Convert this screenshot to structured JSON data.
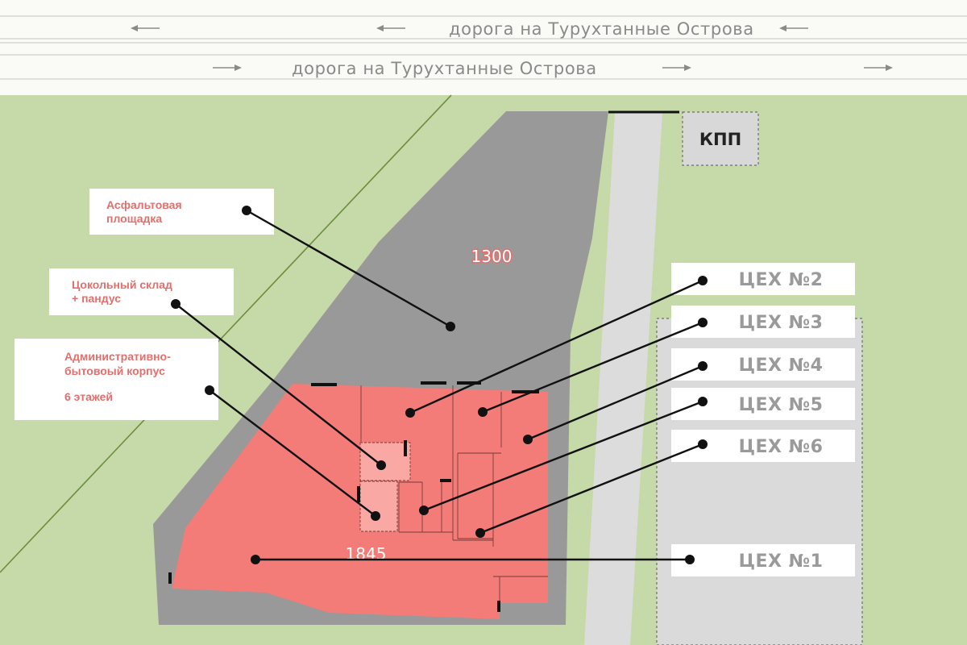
{
  "roads": {
    "upper": {
      "label": "дорога на Турухтанные Острова",
      "direction": "left"
    },
    "lower": {
      "label": "дорога на Турухтанные Острова",
      "direction": "right"
    }
  },
  "checkpoint": {
    "label": "КПП"
  },
  "areas": {
    "asphalt": "1300",
    "building": "1845"
  },
  "labels": {
    "asphalt": {
      "line1": "Асфальтовая",
      "line2": "площадка"
    },
    "warehouse": {
      "line1": "Цокольный склад",
      "line2": "+ пандус"
    },
    "admin": {
      "line1": "Административно-",
      "line2": "бытовоый корпус",
      "line3": "6 этажей"
    },
    "workshops": [
      "ЦЕХ №2",
      "ЦЕХ №3",
      "ЦЕХ №4",
      "ЦЕХ №5",
      "ЦЕХ №6",
      "ЦЕХ №1"
    ]
  },
  "colors": {
    "grass": "#c6d9a8",
    "asphalt": "#999999",
    "building": "#f37b78",
    "road": "#fafaf7",
    "accent_text": "#e26f6c"
  }
}
